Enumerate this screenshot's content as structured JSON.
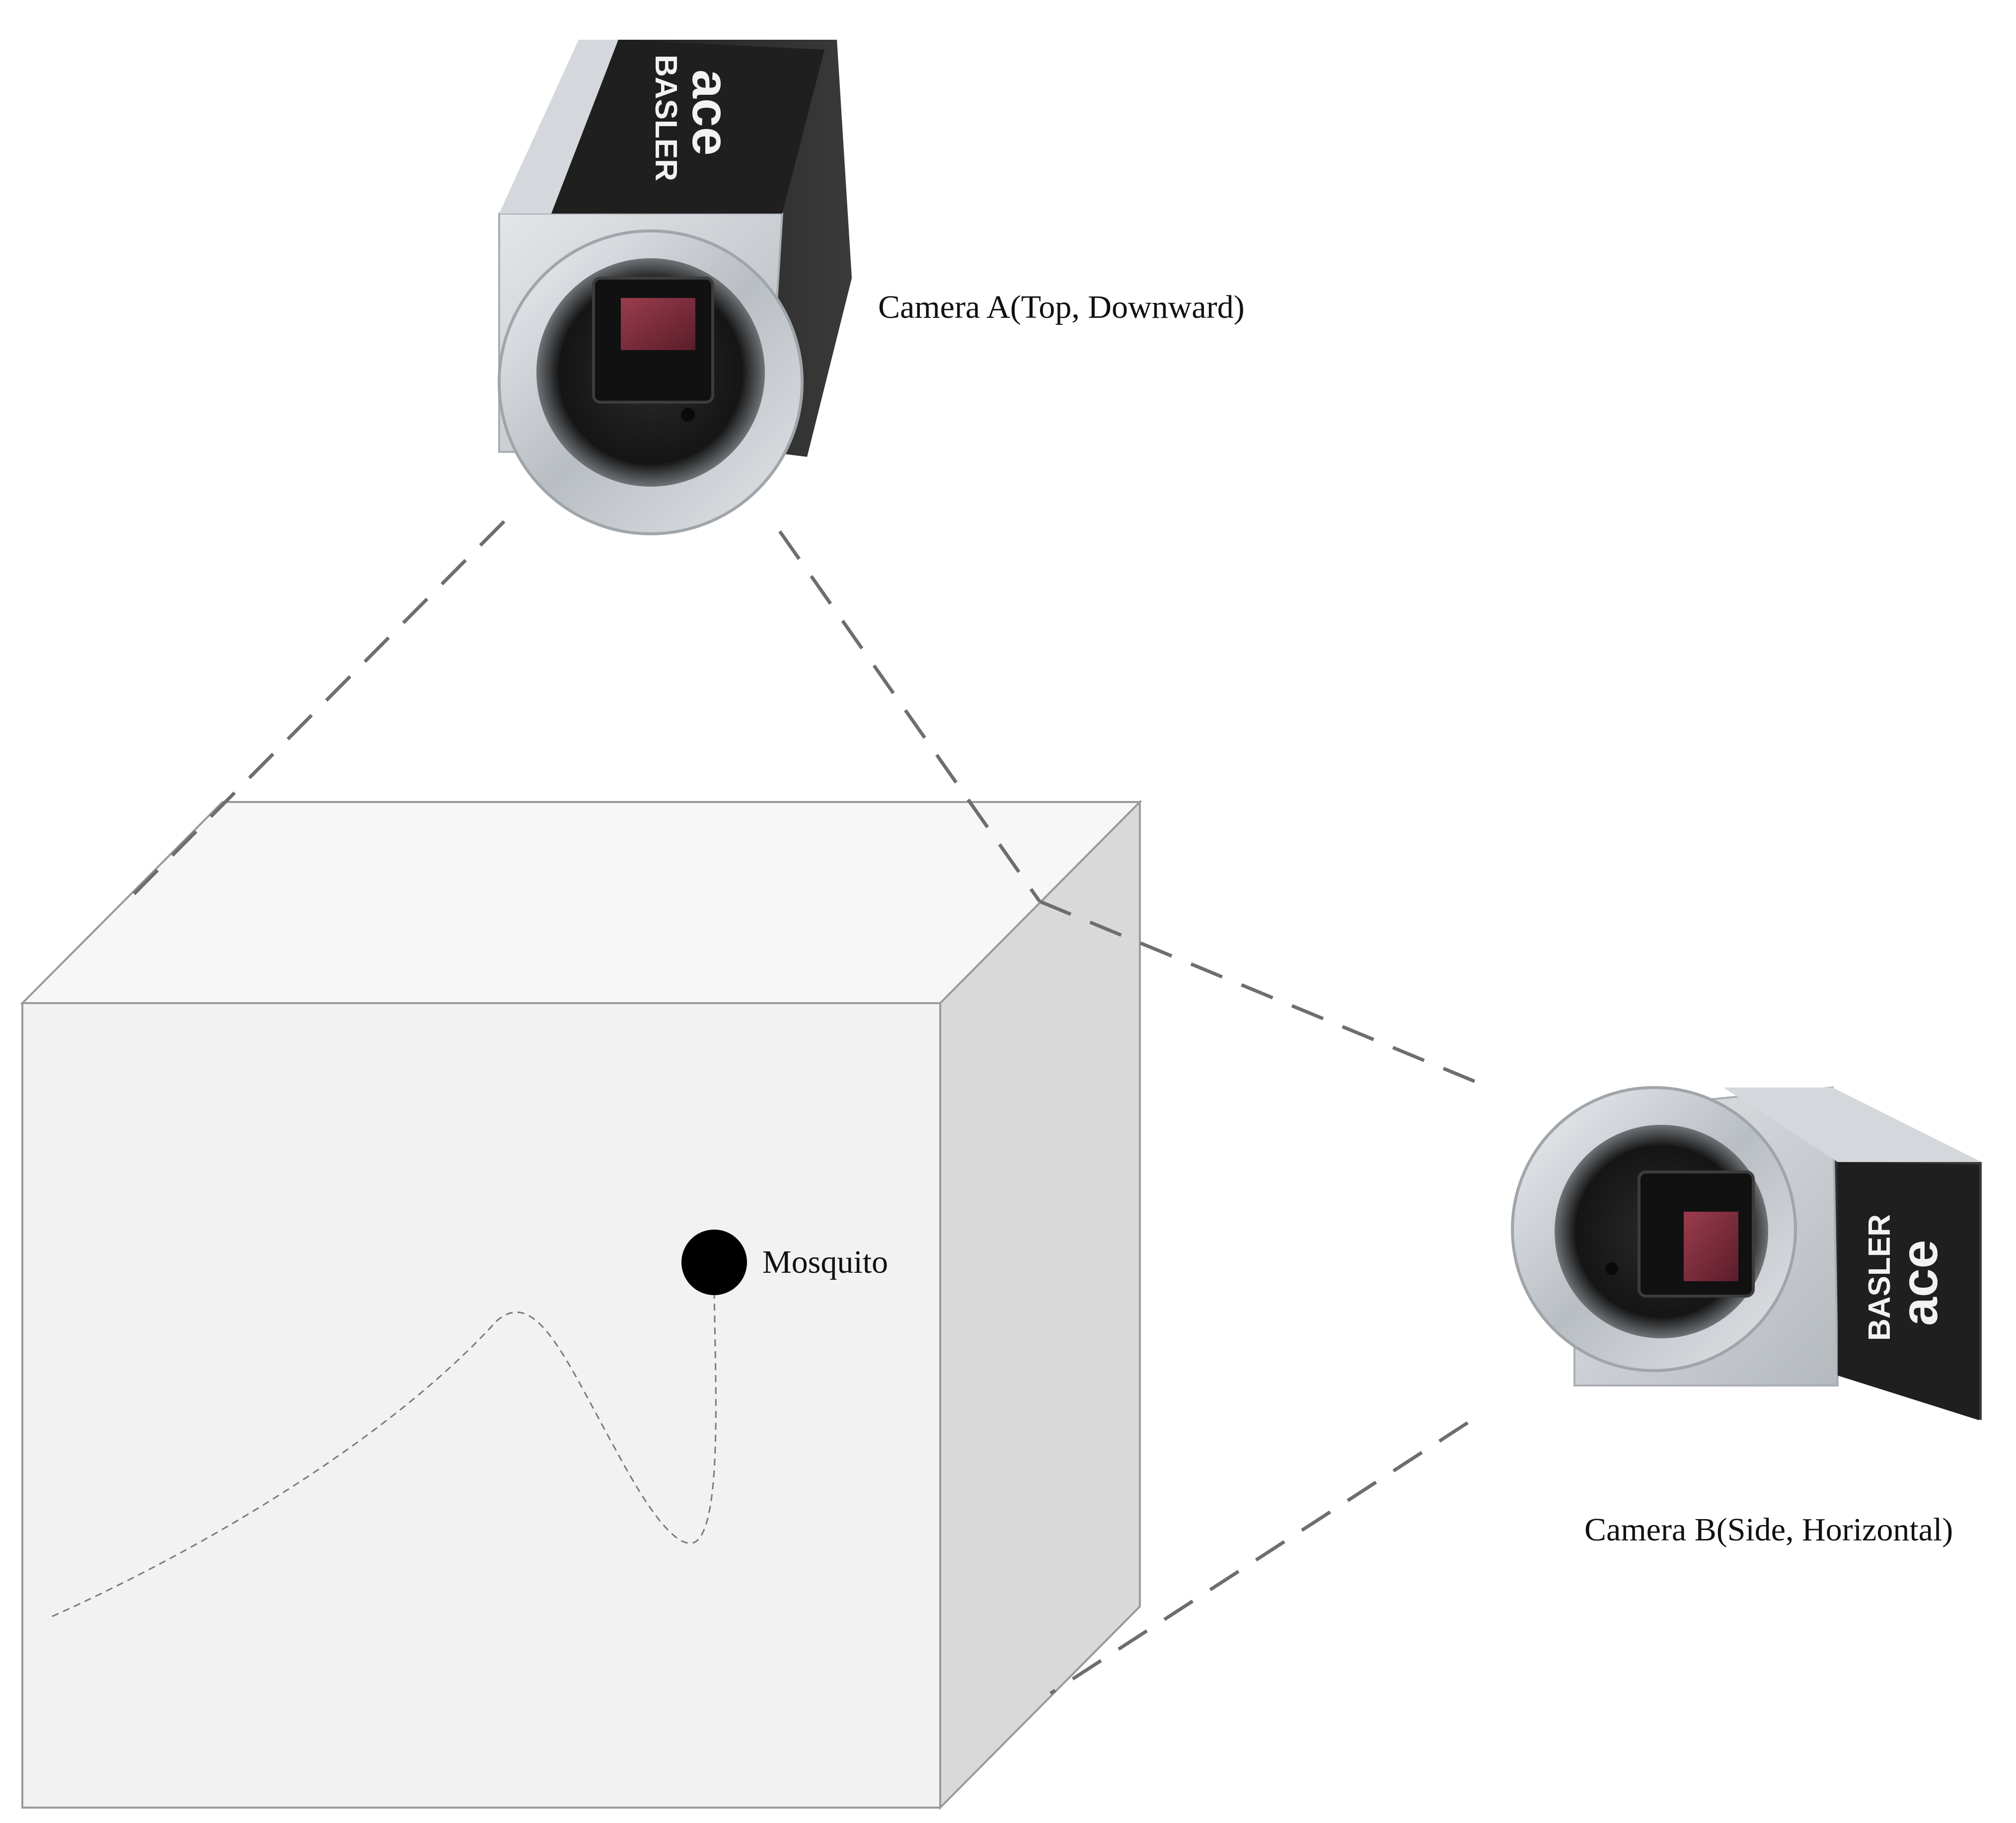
{
  "labels": {
    "camera_a": "Camera A(Top, Downward)",
    "camera_b": "Camera B(Side, Horizontal)",
    "mosquito": "Mosquito"
  },
  "camera_logo": {
    "model": "ace",
    "brand": "BASLER",
    "mark": "’"
  },
  "colors": {
    "box_front": "#f2f2f2",
    "box_top": "#f7f7f7",
    "box_side": "#d9d9d9",
    "box_edge": "#9a9a9a",
    "sight_line": "#6e6e6e",
    "trajectory": "#7a7a7a",
    "mosquito_dot": "#000000",
    "camera_body": "#262626",
    "camera_housing": "#c9cdd1",
    "sensor": "#7a2a3a"
  }
}
